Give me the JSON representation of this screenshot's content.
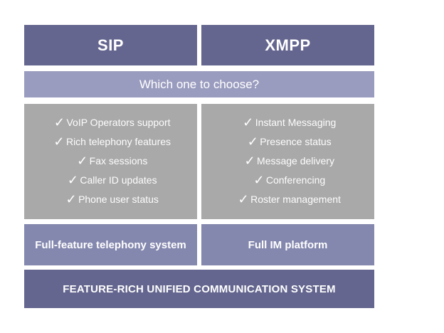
{
  "colors": {
    "header_bg": "#64668f",
    "banner_bg": "#9a9cbf",
    "list_bg": "#a9a9a9",
    "summary_bg": "#8487ae",
    "footer_bg": "#64668f",
    "text": "#ffffff",
    "page_bg": "#ffffff"
  },
  "icons": {
    "check": "✓"
  },
  "banner": {
    "label": "Which one to choose?"
  },
  "columns": [
    {
      "header": "SIP",
      "features": [
        "VoIP Operators support",
        "Rich telephony features",
        "Fax sessions",
        "Caller ID updates",
        "Phone user status"
      ],
      "summary": "Full-feature telephony system"
    },
    {
      "header": "XMPP",
      "features": [
        "Instant Messaging",
        "Presence status",
        "Message delivery",
        "Conferencing",
        "Roster management"
      ],
      "summary": "Full IM platform"
    }
  ],
  "footer": {
    "label": "FEATURE-RICH UNIFIED COMMUNICATION SYSTEM"
  }
}
